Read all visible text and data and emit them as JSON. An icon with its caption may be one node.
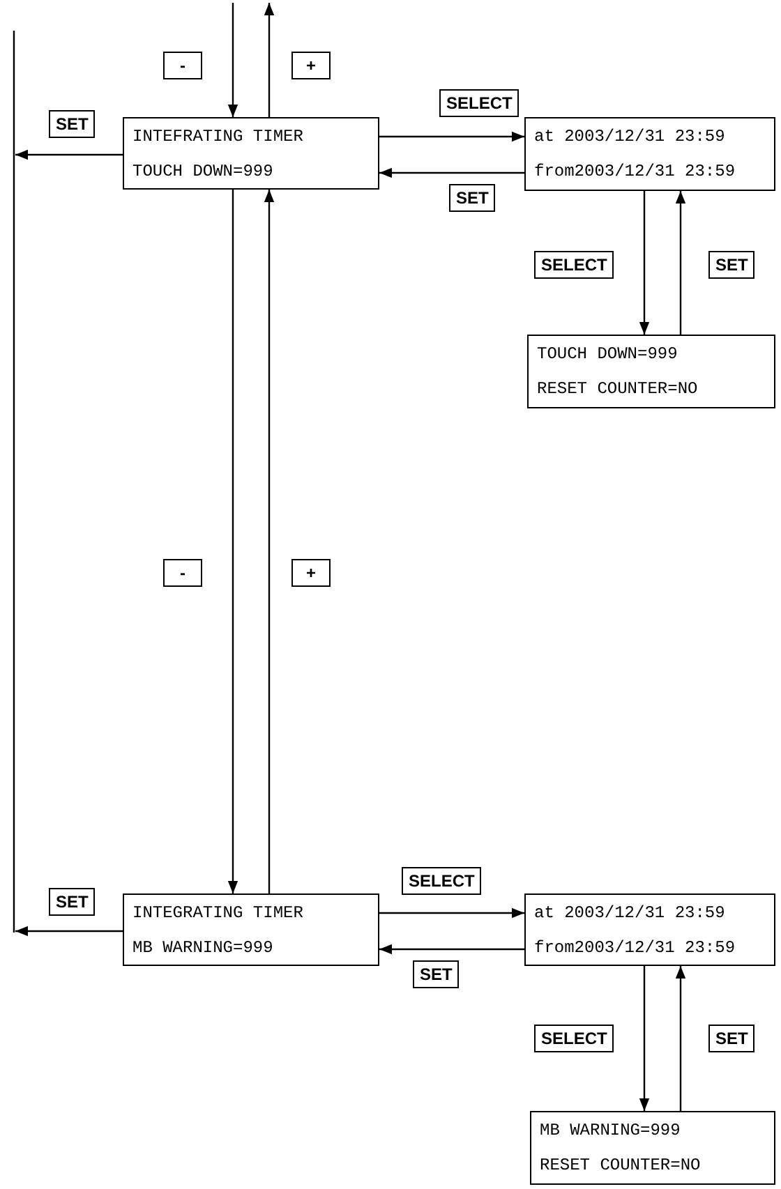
{
  "diagram": {
    "nodes": [
      {
        "text": [
          "INTEFRATING TIMER",
          "TOUCH DOWN=999"
        ]
      },
      {
        "text": [
          "at 2003/12/31 23:59",
          "from2003/12/31 23:59"
        ]
      },
      {
        "text": [
          "TOUCH DOWN=999",
          "RESET COUNTER=NO"
        ]
      },
      {
        "text": [
          "INTEGRATING TIMER",
          "MB WARNING=999"
        ]
      },
      {
        "text": [
          "at 2003/12/31 23:59",
          "from2003/12/31 23:59"
        ]
      },
      {
        "text": [
          "MB WARNING=999",
          "RESET COUNTER=NO"
        ]
      }
    ],
    "edges": [
      {
        "from": null,
        "to": 0,
        "arrow": "to",
        "label": "-"
      },
      {
        "from": 0,
        "to": null,
        "arrow": "to",
        "label": "+"
      },
      {
        "from": 0,
        "to": null,
        "arrow": "to",
        "label": "SET"
      },
      {
        "from": 0,
        "to": 1,
        "arrow": "to",
        "label": "SELECT"
      },
      {
        "from": 1,
        "to": 0,
        "arrow": "to",
        "label": "SET"
      },
      {
        "from": 1,
        "to": 2,
        "arrow": "to",
        "label": "SELECT"
      },
      {
        "from": 2,
        "to": 1,
        "arrow": "to",
        "label": "SET"
      },
      {
        "from": 0,
        "to": 3,
        "arrow": "to",
        "label": "-"
      },
      {
        "from": 3,
        "to": 0,
        "arrow": "to",
        "label": "+"
      },
      {
        "from": 3,
        "to": null,
        "arrow": "to",
        "label": "SET"
      },
      {
        "from": 3,
        "to": 4,
        "arrow": "to",
        "label": "SELECT"
      },
      {
        "from": 4,
        "to": 3,
        "arrow": "to",
        "label": "SET"
      },
      {
        "from": 4,
        "to": 5,
        "arrow": "to",
        "label": "SELECT"
      },
      {
        "from": 5,
        "to": 4,
        "arrow": "to",
        "label": "SET"
      }
    ]
  }
}
